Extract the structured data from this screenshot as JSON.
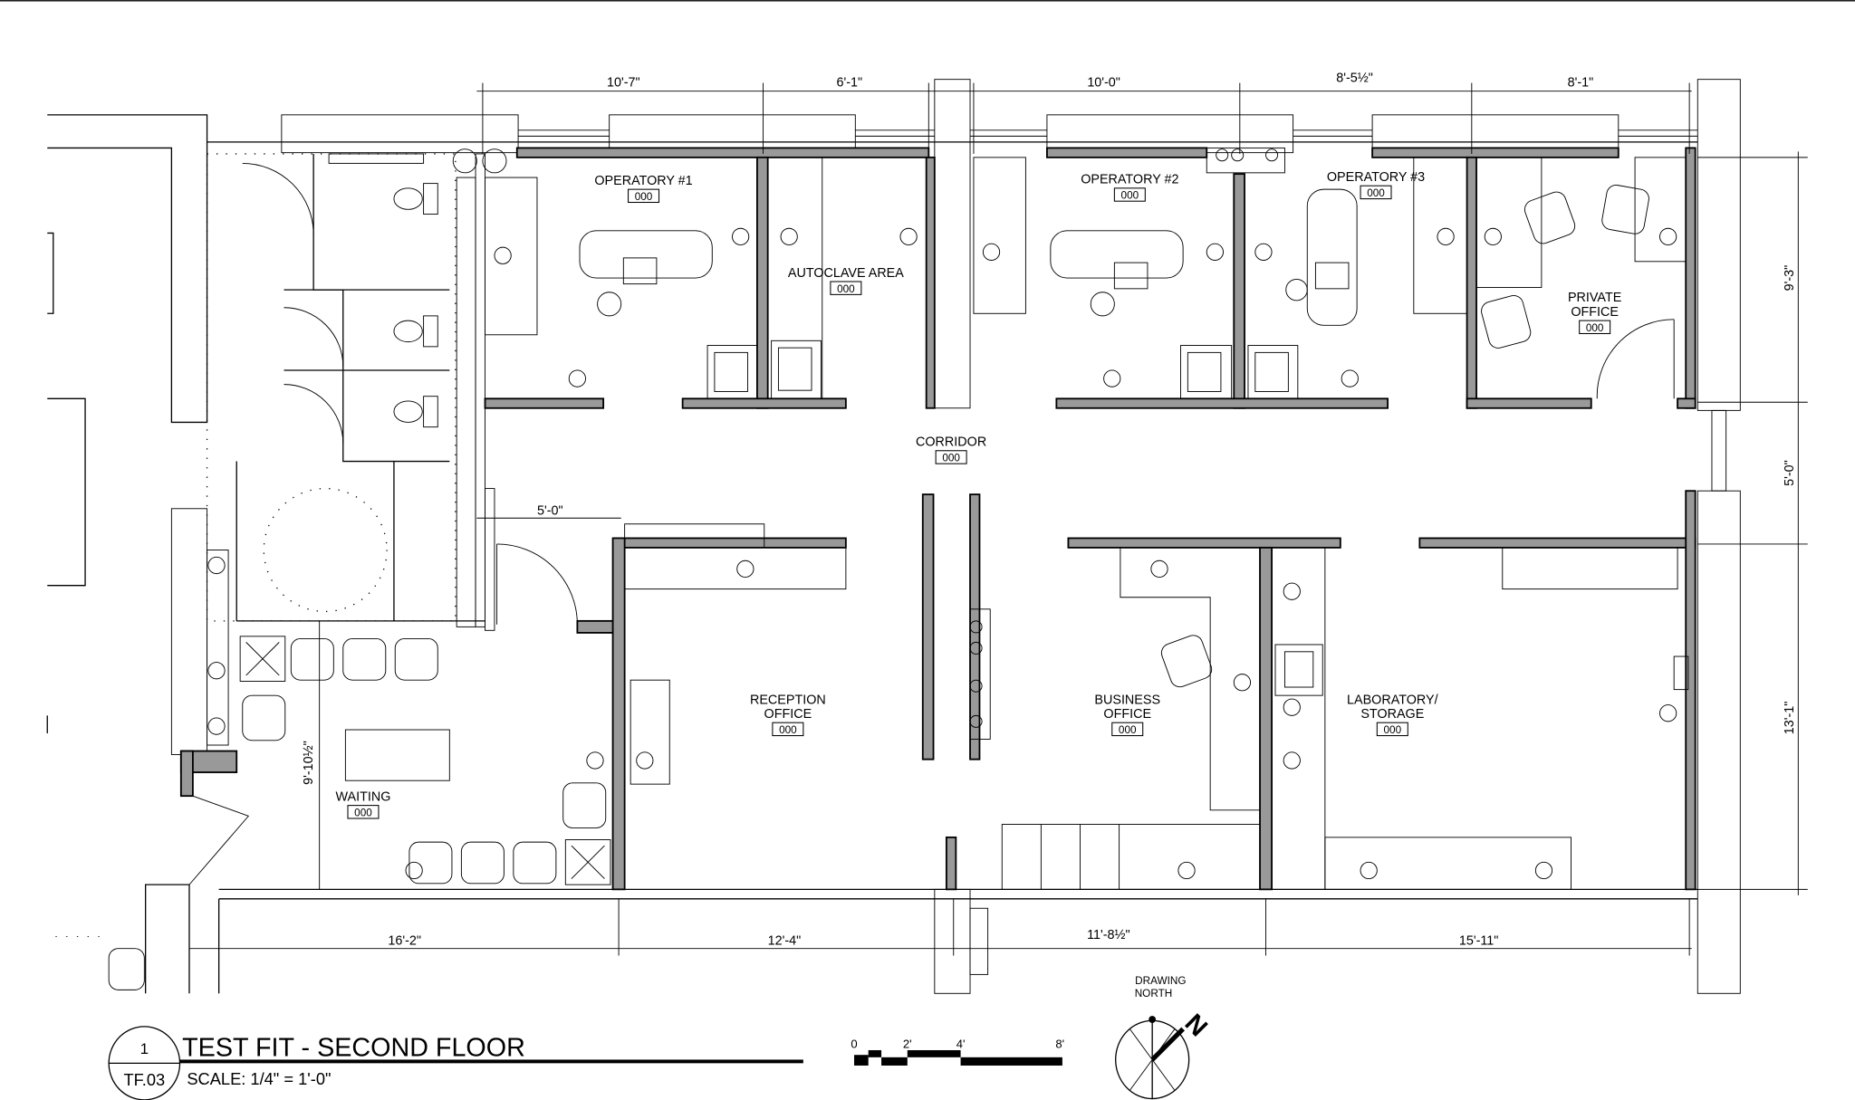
{
  "drawing": {
    "title": "TEST FIT - SECOND FLOOR",
    "number": "1",
    "sheet": "TF.03",
    "scale": "SCALE: 1/4\" = 1'-0\"",
    "north_label_1": "DRAWING",
    "north_label_2": "NORTH",
    "north_letter": "N",
    "scale_bar": [
      "0",
      "2'",
      "4'",
      "8'"
    ]
  },
  "rooms": [
    {
      "name": "OPERATORY #1",
      "number": "000"
    },
    {
      "name": "AUTOCLAVE AREA",
      "number": "000"
    },
    {
      "name": "OPERATORY #2",
      "number": "000"
    },
    {
      "name": "OPERATORY #3",
      "number": "000"
    },
    {
      "name": "PRIVATE",
      "name2": "OFFICE",
      "number": "000"
    },
    {
      "name": "CORRIDOR",
      "number": "000"
    },
    {
      "name": "RECEPTION",
      "name2": "OFFICE",
      "number": "000"
    },
    {
      "name": "BUSINESS",
      "name2": "OFFICE",
      "number": "000"
    },
    {
      "name": "LABORATORY/",
      "name2": "STORAGE",
      "number": "000"
    },
    {
      "name": "WAITING",
      "number": "000"
    }
  ],
  "dimensions": {
    "top": [
      "10'-7\"",
      "6'-1\"",
      "10'-0\"",
      "8'-5½\"",
      "8'-1\""
    ],
    "right": [
      "9'-3\"",
      "5'-0\"",
      "13'-1\""
    ],
    "bottom": [
      "16'-2\"",
      "12'-4\"",
      "11'-8½\"",
      "15'-11\""
    ],
    "reception_door": "5'-0\"",
    "waiting_depth": "9'-10½\""
  }
}
